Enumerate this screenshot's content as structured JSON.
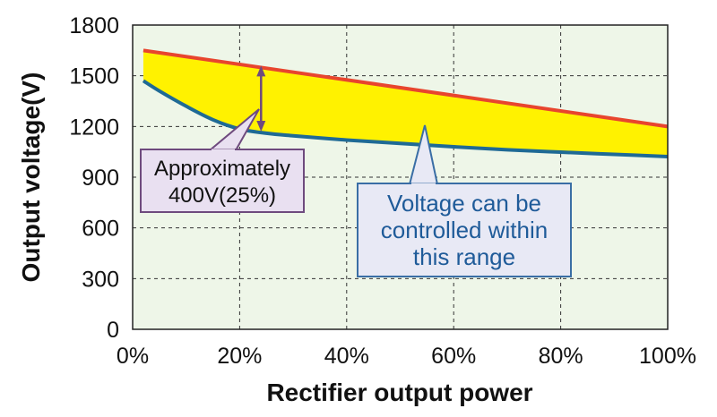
{
  "chart_data": {
    "type": "area",
    "xlabel": "Rectifier output power",
    "ylabel": "Output voltage(V)",
    "xlim": [
      0,
      100
    ],
    "ylim": [
      0,
      1800
    ],
    "x_ticks": [
      "0%",
      "20%",
      "40%",
      "60%",
      "80%",
      "100%"
    ],
    "y_ticks": [
      "0",
      "300",
      "600",
      "900",
      "1200",
      "1500",
      "1800"
    ],
    "x_tick_values": [
      0,
      20,
      40,
      60,
      80,
      100
    ],
    "y_tick_values": [
      0,
      300,
      600,
      900,
      1200,
      1500,
      1800
    ],
    "grid": true,
    "series": [
      {
        "role": "upper",
        "x": [
          2,
          100
        ],
        "y": [
          1650,
          1200
        ],
        "color": "#e8452e"
      },
      {
        "role": "lower",
        "x": [
          2,
          5,
          10,
          15,
          20,
          25,
          30,
          40,
          50,
          60,
          70,
          80,
          90,
          100
        ],
        "y": [
          1470,
          1410,
          1320,
          1240,
          1185,
          1160,
          1145,
          1120,
          1100,
          1080,
          1062,
          1048,
          1035,
          1022
        ],
        "color": "#1f6a95"
      }
    ],
    "fill_color": "#fff200",
    "plot_background": "#eef6e8",
    "annotations": [
      {
        "name": "difference",
        "lines": [
          "Approximately",
          "400V(25%)"
        ],
        "x": 24,
        "y_from": 1560,
        "y_to": 1170,
        "arrow_color": "#6e4a7e",
        "box_color": "#e9e0f1"
      },
      {
        "name": "range",
        "lines": [
          "Voltage can be",
          "controlled within",
          "this range"
        ],
        "box_color": "#e8e9f5",
        "border_color": "#3a6ea5",
        "text_color": "#1f5b99"
      }
    ]
  }
}
